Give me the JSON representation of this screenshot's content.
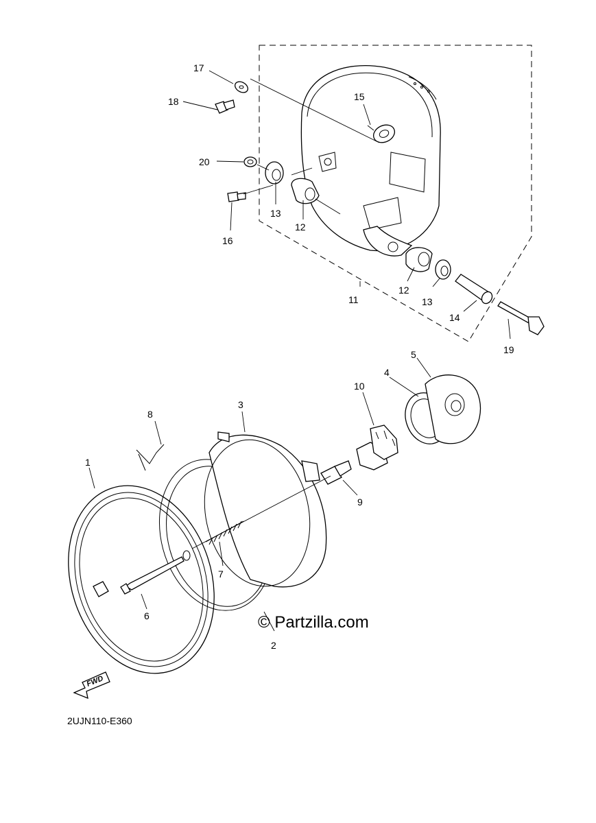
{
  "diagram": {
    "code": "2UJN110-E360",
    "watermark": "© Partzilla.com",
    "fwd_label": "FWD",
    "callouts": {
      "c1": "1",
      "c2": "2",
      "c3": "3",
      "c4": "4",
      "c5": "5",
      "c6": "6",
      "c7": "7",
      "c8": "8",
      "c9": "9",
      "c10": "10",
      "c11": "11",
      "c12a": "12",
      "c12b": "12",
      "c13a": "13",
      "c13b": "13",
      "c14": "14",
      "c15": "15",
      "c16": "16",
      "c17": "17",
      "c18": "18",
      "c19": "19",
      "c20": "20"
    }
  }
}
